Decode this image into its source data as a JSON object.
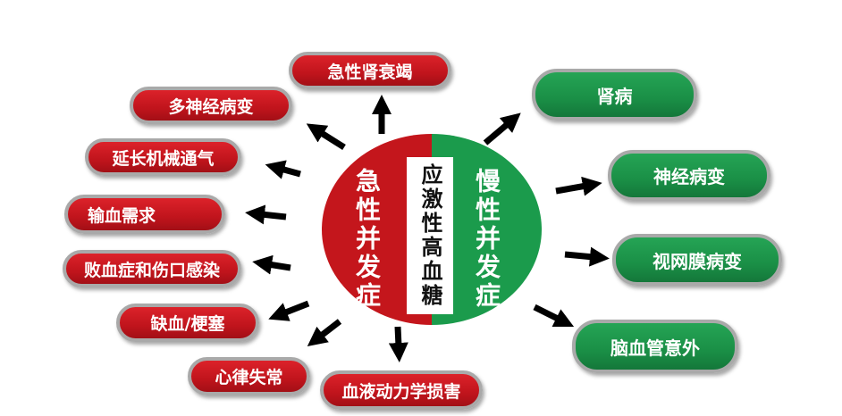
{
  "center": {
    "title": "应激性高血糖",
    "acute_label": "急性并发症",
    "chronic_label": "慢性并发症"
  },
  "acute": {
    "items": [
      "急性肾衰竭",
      "多神经病变",
      "延长机械通气",
      "输血需求",
      "败血症和伤口感染",
      "缺血/梗塞",
      "心律失常",
      "血液动力学损害"
    ]
  },
  "chronic": {
    "items": [
      "肾病",
      "神经病变",
      "视网膜病变",
      "脑血管意外"
    ]
  },
  "colors": {
    "acute": "#c4161c",
    "chronic": "#1b9b4c",
    "pill_border": "#a9a9a9",
    "arrow": "#000000"
  }
}
